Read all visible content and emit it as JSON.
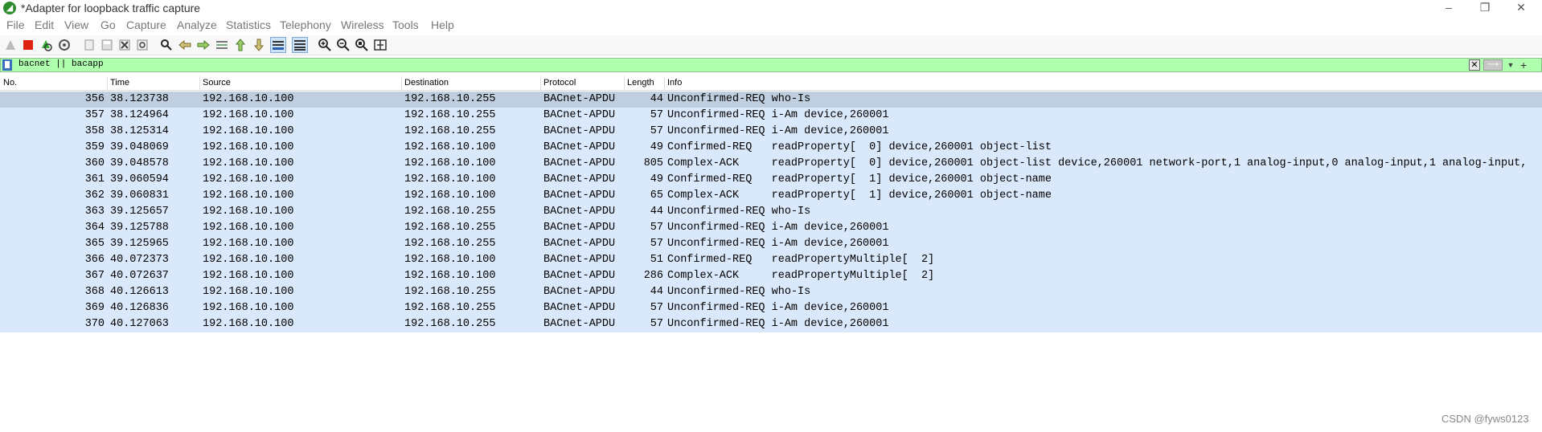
{
  "window": {
    "title": "*Adapter for loopback traffic capture",
    "logo_icon": "wireshark-fin-icon",
    "controls": [
      "–",
      "❐",
      "✕"
    ]
  },
  "menu": [
    "File",
    "Edit",
    "View",
    "Go",
    "Capture",
    "Analyze",
    "Statistics",
    "Telephony",
    "Wireless",
    "Tools",
    "Help"
  ],
  "toolbar": {
    "icons": [
      "shark-start-icon",
      "stop-icon",
      "restart-icon",
      "options-icon",
      "open-file-icon",
      "save-file-icon",
      "close-file-icon",
      "reload-icon",
      "find-icon",
      "go-back-icon",
      "go-forward-icon",
      "go-to-packet-icon",
      "first-packet-icon",
      "last-packet-icon",
      "auto-scroll-icon",
      "colorize-icon",
      "zoom-in-icon",
      "zoom-out-icon",
      "zoom-normal-icon",
      "resize-columns-icon"
    ]
  },
  "filter": {
    "value": "bacnet || bacapp",
    "clear_icon": "clear-icon",
    "apply_icon": "apply-arrow-icon",
    "dropdown_icon": "chevron-down-icon",
    "add_label": "+"
  },
  "columns": [
    "No.",
    "Time",
    "Source",
    "Destination",
    "Protocol",
    "Length",
    "Info"
  ],
  "packets": [
    {
      "no": "356",
      "time": "38.123738",
      "src": "192.168.10.100",
      "dst": "192.168.10.255",
      "proto": "BACnet-APDU",
      "len": "44",
      "info": "Unconfirmed-REQ who-Is"
    },
    {
      "no": "357",
      "time": "38.124964",
      "src": "192.168.10.100",
      "dst": "192.168.10.255",
      "proto": "BACnet-APDU",
      "len": "57",
      "info": "Unconfirmed-REQ i-Am device,260001"
    },
    {
      "no": "358",
      "time": "38.125314",
      "src": "192.168.10.100",
      "dst": "192.168.10.255",
      "proto": "BACnet-APDU",
      "len": "57",
      "info": "Unconfirmed-REQ i-Am device,260001"
    },
    {
      "no": "359",
      "time": "39.048069",
      "src": "192.168.10.100",
      "dst": "192.168.10.100",
      "proto": "BACnet-APDU",
      "len": "49",
      "info": "Confirmed-REQ   readProperty[  0] device,260001 object-list"
    },
    {
      "no": "360",
      "time": "39.048578",
      "src": "192.168.10.100",
      "dst": "192.168.10.100",
      "proto": "BACnet-APDU",
      "len": "805",
      "info": "Complex-ACK     readProperty[  0] device,260001 object-list device,260001 network-port,1 analog-input,0 analog-input,1 analog-input,"
    },
    {
      "no": "361",
      "time": "39.060594",
      "src": "192.168.10.100",
      "dst": "192.168.10.100",
      "proto": "BACnet-APDU",
      "len": "49",
      "info": "Confirmed-REQ   readProperty[  1] device,260001 object-name"
    },
    {
      "no": "362",
      "time": "39.060831",
      "src": "192.168.10.100",
      "dst": "192.168.10.100",
      "proto": "BACnet-APDU",
      "len": "65",
      "info": "Complex-ACK     readProperty[  1] device,260001 object-name"
    },
    {
      "no": "363",
      "time": "39.125657",
      "src": "192.168.10.100",
      "dst": "192.168.10.255",
      "proto": "BACnet-APDU",
      "len": "44",
      "info": "Unconfirmed-REQ who-Is"
    },
    {
      "no": "364",
      "time": "39.125788",
      "src": "192.168.10.100",
      "dst": "192.168.10.255",
      "proto": "BACnet-APDU",
      "len": "57",
      "info": "Unconfirmed-REQ i-Am device,260001"
    },
    {
      "no": "365",
      "time": "39.125965",
      "src": "192.168.10.100",
      "dst": "192.168.10.255",
      "proto": "BACnet-APDU",
      "len": "57",
      "info": "Unconfirmed-REQ i-Am device,260001"
    },
    {
      "no": "366",
      "time": "40.072373",
      "src": "192.168.10.100",
      "dst": "192.168.10.100",
      "proto": "BACnet-APDU",
      "len": "51",
      "info": "Confirmed-REQ   readPropertyMultiple[  2]"
    },
    {
      "no": "367",
      "time": "40.072637",
      "src": "192.168.10.100",
      "dst": "192.168.10.100",
      "proto": "BACnet-APDU",
      "len": "286",
      "info": "Complex-ACK     readPropertyMultiple[  2]"
    },
    {
      "no": "368",
      "time": "40.126613",
      "src": "192.168.10.100",
      "dst": "192.168.10.255",
      "proto": "BACnet-APDU",
      "len": "44",
      "info": "Unconfirmed-REQ who-Is"
    },
    {
      "no": "369",
      "time": "40.126836",
      "src": "192.168.10.100",
      "dst": "192.168.10.255",
      "proto": "BACnet-APDU",
      "len": "57",
      "info": "Unconfirmed-REQ i-Am device,260001"
    },
    {
      "no": "370",
      "time": "40.127063",
      "src": "192.168.10.100",
      "dst": "192.168.10.255",
      "proto": "BACnet-APDU",
      "len": "57",
      "info": "Unconfirmed-REQ i-Am device,260001"
    }
  ],
  "selected_packet": "356",
  "colors": {
    "row_bg": "#dae8fb",
    "selected_bg": "#bfcfe0",
    "filter_bg": "#afffaf"
  },
  "watermark": "CSDN @fyws0123"
}
